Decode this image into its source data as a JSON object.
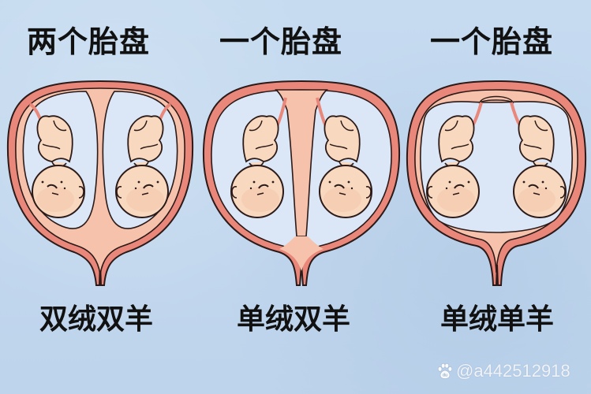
{
  "panels": [
    {
      "title": "两个胎盘",
      "caption": "双绒双羊",
      "placentas": 2,
      "chorions": 2,
      "amnions": 2
    },
    {
      "title": "一个胎盘",
      "caption": "单绒双羊",
      "placentas": 1,
      "chorions": 1,
      "amnions": 2
    },
    {
      "title": "一个胎盘",
      "caption": "单绒单羊",
      "placentas": 1,
      "chorions": 1,
      "amnions": 1
    }
  ],
  "watermark": {
    "icon": "baidu-paw-icon",
    "text": "@a442512918"
  },
  "colors": {
    "background": "#c3d8ee",
    "uterus_wall": "#e9877b",
    "placenta": "#f6c2ab",
    "amniotic_sac": "#dbe6f7",
    "skin": "#f8d9bf",
    "outline": "#2b1a18"
  }
}
